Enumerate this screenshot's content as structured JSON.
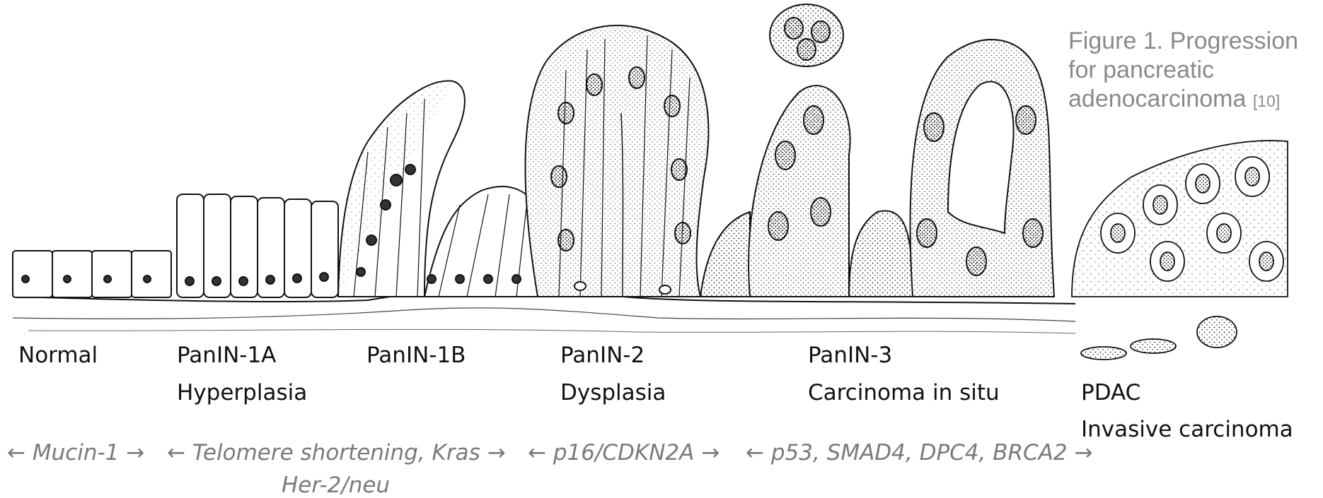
{
  "caption": {
    "text": "Figure 1. Progression for pancreatic adenocarcinoma",
    "reference": "[10]"
  },
  "stages": [
    {
      "label": "Normal",
      "sublabel": ""
    },
    {
      "label": "PanIN-1A",
      "sublabel": "Hyperplasia"
    },
    {
      "label": "PanIN-1B",
      "sublabel": ""
    },
    {
      "label": "PanIN-2",
      "sublabel": "Dysplasia"
    },
    {
      "label": "PanIN-3",
      "sublabel": "Carcinoma in situ"
    },
    {
      "label": "PDAC",
      "sublabel": "Invasive carcinoma"
    }
  ],
  "genetic_changes": [
    "← Mucin-1 →",
    "← Telomere shortening, Kras →",
    "Her-2/neu",
    "← p16/CDKN2A →",
    "← p53, SMAD4, DPC4, BRCA2 →"
  ],
  "colors": {
    "ink": "#111111",
    "caption": "#8a8a8a",
    "genes": "#7a7a7a",
    "cell_fill": "#ffffff",
    "stipple": "#222222"
  }
}
